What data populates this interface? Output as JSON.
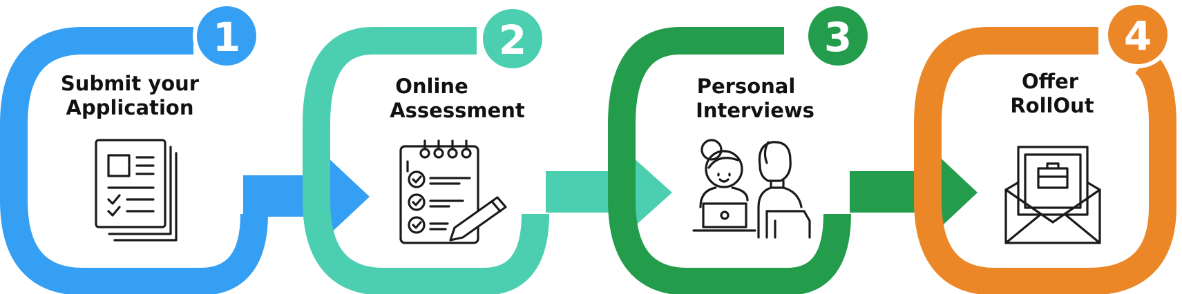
{
  "steps": [
    {
      "number": "1",
      "title_line1": "Submit your",
      "title_line2": "Application",
      "color": "#349ff3",
      "icon": "application-documents-icon"
    },
    {
      "number": "2",
      "title_line1": "Online",
      "title_line2": "Assessment",
      "color": "#4ccfb0",
      "icon": "checklist-notepad-icon"
    },
    {
      "number": "3",
      "title_line1": "Personal",
      "title_line2": "Interviews",
      "color": "#239c4b",
      "icon": "interview-people-icon"
    },
    {
      "number": "4",
      "title_line1": "Offer",
      "title_line2": "RollOut",
      "color": "#ec8728",
      "icon": "offer-letter-envelope-icon"
    }
  ]
}
